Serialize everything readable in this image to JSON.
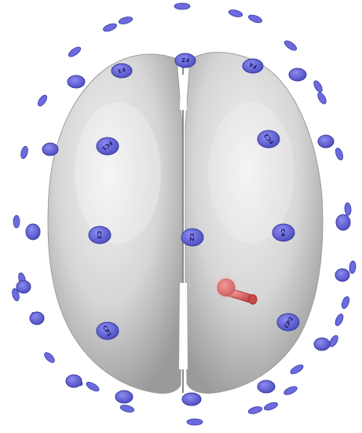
{
  "scene": {
    "background_color": "#ffffff",
    "brain_color": "#d9d9d9",
    "electrode_color": "#6b6bdf",
    "marker_color": "#e05555"
  },
  "electrode_labels": {
    "fz": "FZ",
    "f3": "F3",
    "f4": "F4",
    "fc1": "FC1",
    "fc2": "FC2",
    "c3": "C3",
    "cz": "CZ",
    "c4": "C4",
    "cp1": "CP1",
    "cp2": "CP2"
  }
}
